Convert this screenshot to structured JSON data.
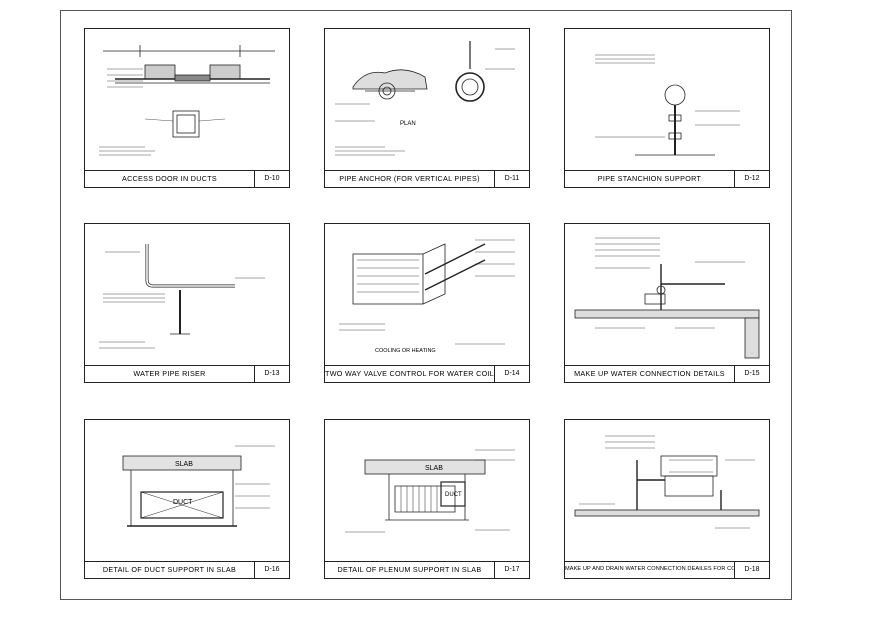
{
  "panels": [
    {
      "title": "ACCESS DOOR IN DUCTS",
      "code": "D-10"
    },
    {
      "title": "PIPE ANCHOR (FOR VERTICAL PIPES)",
      "code": "D-11"
    },
    {
      "title": "PIPE STANCHION SUPPORT",
      "code": "D-12"
    },
    {
      "title": "WATER PIPE RISER",
      "code": "D-13"
    },
    {
      "title": "TWO WAY VALVE CONTROL FOR WATER COILS",
      "code": "D-14"
    },
    {
      "title": "MAKE UP WATER CONNECTION DETAILS",
      "code": "D-15"
    },
    {
      "title": "DETAIL OF DUCT SUPPORT IN SLAB",
      "code": "D-16"
    },
    {
      "title": "DETAIL OF PLENUM SUPPORT IN SLAB",
      "code": "D-17"
    },
    {
      "title": "MAKE UP AND DRAIN WATER CONNECTION DEAILES FOR COOLING TOWERS",
      "code": "D-18"
    }
  ],
  "labels": {
    "plan": "PLAN",
    "cooling_heating": "COOLING OR HEATING",
    "slab": "SLAB",
    "duct": "DUCT"
  }
}
